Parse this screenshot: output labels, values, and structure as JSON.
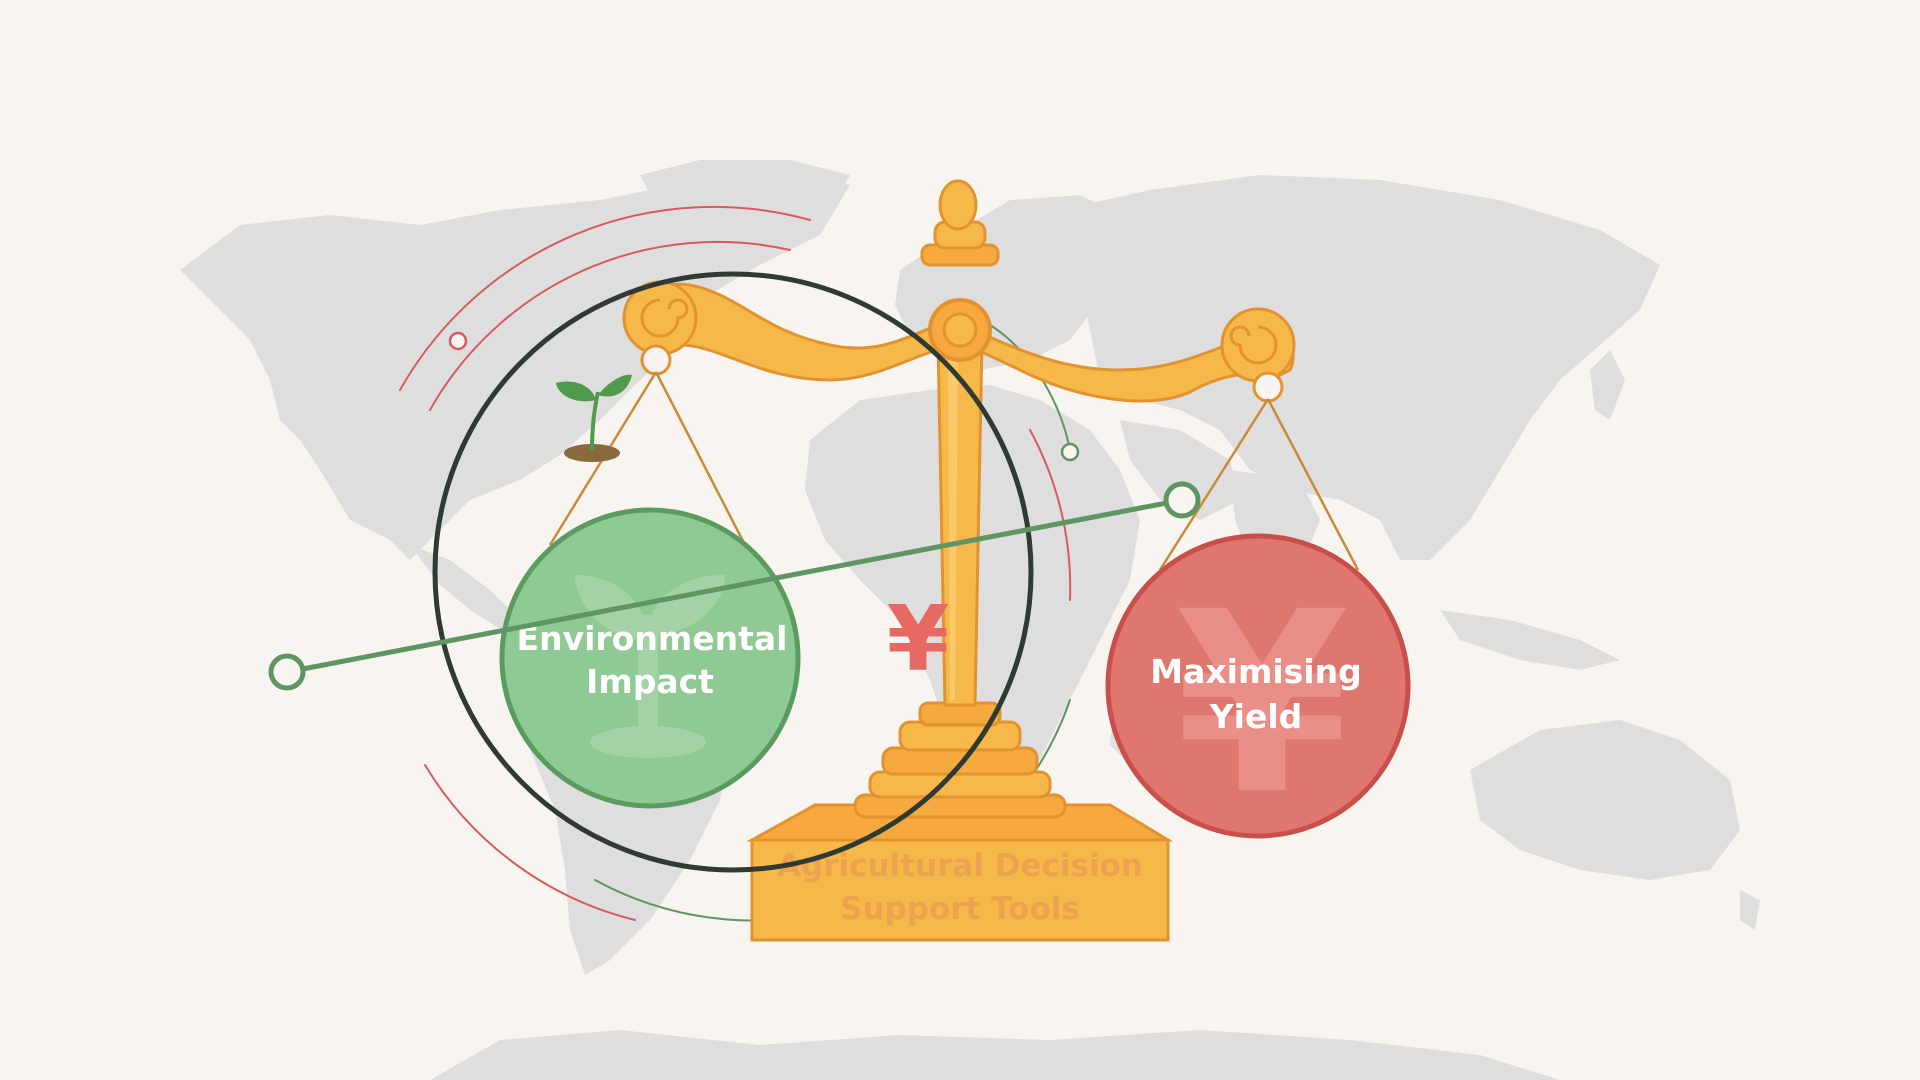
{
  "left_pan": {
    "line1": "Environmental",
    "line2": "Impact"
  },
  "right_pan": {
    "line1": "Maximising",
    "line2": "Yield"
  },
  "base": {
    "line1": "Agricultural Decision",
    "line2": "Support Tools"
  },
  "currency_symbol": "¥",
  "icons": {
    "left_pan": "sprout-icon",
    "right_pan": "yen-icon",
    "background": "world-map"
  },
  "colors": {
    "background": "#f8f5f0",
    "map": "#dedede",
    "green_pan": "#8fc993",
    "green_pan_border": "#5a9b5f",
    "red_pan": "#e0776f",
    "red_pan_border": "#c9504a",
    "scale_gold": "#f7b84a",
    "scale_gold_dark": "#e2922f",
    "ring_dark": "#2f3b32",
    "accent_green": "#5e9563",
    "accent_red": "#d65a60",
    "yen_red": "#e66a63"
  }
}
